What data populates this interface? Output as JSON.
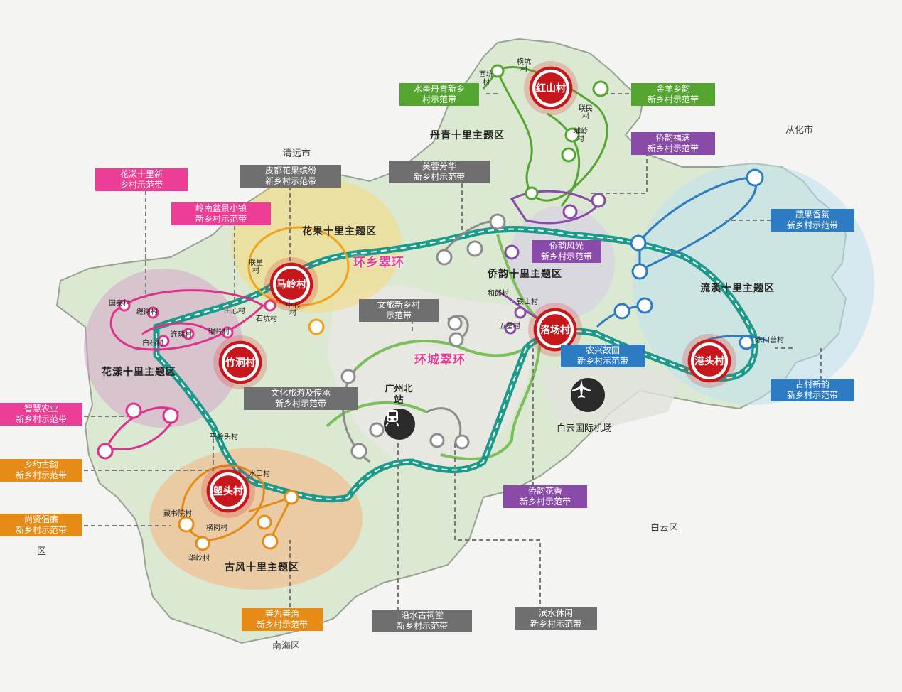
{
  "rings": {
    "township_ring": "环乡翠环",
    "city_ring": "环城翠环"
  },
  "zones": {
    "danqing": "丹青十里主题区",
    "huaguo": "花果十里主题区",
    "qiaoyun": "侨韵十里主题区",
    "liuxi": "流溪十里主题区",
    "huayang": "花漾十里主题区",
    "gufeng": "古风十里主题区"
  },
  "hubs": {
    "hongshan": "红山村",
    "maling": "马岭村",
    "zhudong": "竹洞村",
    "luochang": "洛场村",
    "gangtou": "港头村",
    "sutou": "塱头村"
  },
  "cities": {
    "qingyuan": "清远市",
    "conghua": "从化市",
    "baiyun": "白云区",
    "nanhai": "南海区",
    "huadu_region": "区"
  },
  "landmarks": {
    "station": "广州北站",
    "airport": "白云国际机场"
  },
  "villages": {
    "xikeng": "西坑村",
    "hengkeng": "横坑村",
    "lianmin": "联民村",
    "puling": "埔岭村",
    "lianxing": "联星村",
    "zhongxin": "中心村",
    "shikeng": "石坑村",
    "tianxin": "田心村",
    "guotai": "国泰村",
    "changgang": "缠岗村",
    "lianzhu": "连珠村",
    "baishi": "白石村",
    "ruiling": "瑞岭村",
    "helang": "和郎村",
    "tieshan": "铁山村",
    "wuxing": "五星村",
    "shuikouying": "水口营村",
    "pinglingtou": "平岭头村",
    "shuikou": "水口村",
    "cangshuyuan": "藏书院村",
    "henggang": "横岗村",
    "hualing": "华岭村"
  },
  "belts": {
    "shuimo": {
      "l1": "水墨丹青新乡",
      "l2": "村示范带"
    },
    "jinyang": {
      "l1": "金羊乡韵",
      "l2": "新乡村示范带"
    },
    "qiaoyun_fuman": {
      "l1": "侨韵福满",
      "l2": "新乡村示范带"
    },
    "furong": {
      "l1": "芙蓉芳华",
      "l2": "新乡村示范带"
    },
    "pidu": {
      "l1": "皮都花果缤纷",
      "l2": "新乡村示范带"
    },
    "huayang_belt": {
      "l1": "花漾十里新",
      "l2": "乡村示范带"
    },
    "lingnan": {
      "l1": "岭南盆景小镇",
      "l2": "新乡村示范带"
    },
    "qiaoyun_fengguang": {
      "l1": "侨韵风光",
      "l2": "新乡村示范带"
    },
    "shucai": {
      "l1": "蔬果香氛",
      "l2": "新乡村示范带"
    },
    "wenlv_new": {
      "l1": "文旅新乡村",
      "l2": "示范带"
    },
    "nongxing": {
      "l1": "农兴故园",
      "l2": "新乡村示范带"
    },
    "gucun": {
      "l1": "古村新韵",
      "l2": "新乡村示范带"
    },
    "zhihui": {
      "l1": "智慧农业",
      "l2": "新乡村示范带"
    },
    "wenhua": {
      "l1": "文化旅游及传承",
      "l2": "新乡村示范带"
    },
    "xiangyue": {
      "l1": "乡约古韵",
      "l2": "新乡村示范带"
    },
    "shangxian": {
      "l1": "尚贤倡廉",
      "l2": "新乡村示范带"
    },
    "qiaoyun_huaxiang": {
      "l1": "侨韵花香",
      "l2": "新乡村示范带"
    },
    "shanwei": {
      "l1": "善为善治",
      "l2": "新乡村示范带"
    },
    "yanshui": {
      "l1": "沿水古祠堂",
      "l2": "新乡村示范带"
    },
    "binshui": {
      "l1": "滨水休闲",
      "l2": "新乡村示范带"
    }
  },
  "colors": {
    "gray": "#6f6f6f",
    "pink": "#ec3d97",
    "green": "#55a531",
    "purple": "#8a4aa7",
    "blue": "#2d7cc3",
    "orange": "#e58b16",
    "hub_red": "#c8161d",
    "ring_teal": "#1b9a8a"
  },
  "icons": {
    "station": "train-icon",
    "airport": "airplane-icon"
  }
}
